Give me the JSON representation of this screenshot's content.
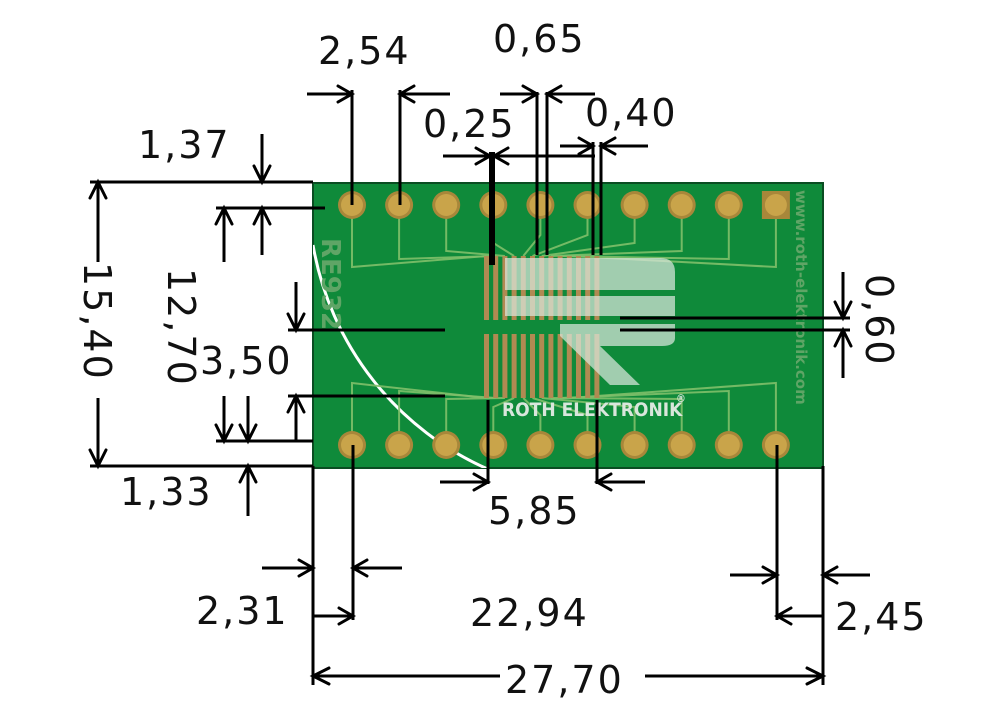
{
  "board": {
    "part_number": "RE932",
    "url_text": "www.roth-elektronik.com",
    "logo_text": "ROTH ELEKTRONIK",
    "registered_mark": "®",
    "colors": {
      "board": "#0f8a3a",
      "pad": "#c9a44a",
      "pad_ring": "#a8873a",
      "trace": "#7fbf6a",
      "logo": "#d9e6dc",
      "fine_pitch_pads": "#b08a52"
    },
    "pins_per_row": 10,
    "fine_pitch_pads_per_row": 13
  },
  "dimensions": {
    "top_pitch": "2,54",
    "top_fine_pitch": "0,65",
    "top_fine_gap": "0,25",
    "top_pad_width": "0,40",
    "left_top_edge": "1,37",
    "overall_height": "15,40",
    "row_spacing": "12,70",
    "pad_field_height": "3,50",
    "left_bottom_edge": "1,33",
    "right_pad_height": "0,60",
    "bottom_fine_width": "5,85",
    "left_margin": "2,31",
    "pin_span": "22,94",
    "right_margin": "2,45",
    "overall_width": "27,70"
  }
}
